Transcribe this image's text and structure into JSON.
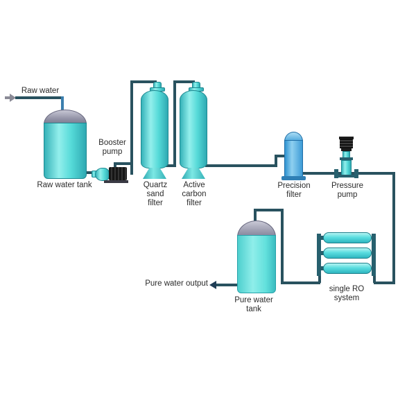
{
  "labels": {
    "raw_water_inlet": "Raw water",
    "raw_water_tank": "Raw water tank",
    "booster_pump": "Booster\npump",
    "quartz_filter": "Quartz\nsand\nfilter",
    "active_filter": "Active\ncarbon\nfilter",
    "precision_filter": "Precision\nfilter",
    "pressure_pump": "Pressure\npump",
    "single_ro": "single RO\nsystem",
    "pure_water_tank": "Pure water\ntank",
    "pure_water_output": "Pure water output"
  },
  "colors": {
    "pipe": "#29525f",
    "inlet_pipe_blue": "#3b7fae",
    "vessel_cyan": "#55dad8",
    "vessel_highlight": "#93efec",
    "dome_gray": "#8c8ca0",
    "precision_blue": "#2f93d0",
    "pump_black": "#1b1b1b",
    "manifold_dark": "#27606e",
    "text": "#2b2b2b",
    "output_arrow": "#1f3d55"
  }
}
